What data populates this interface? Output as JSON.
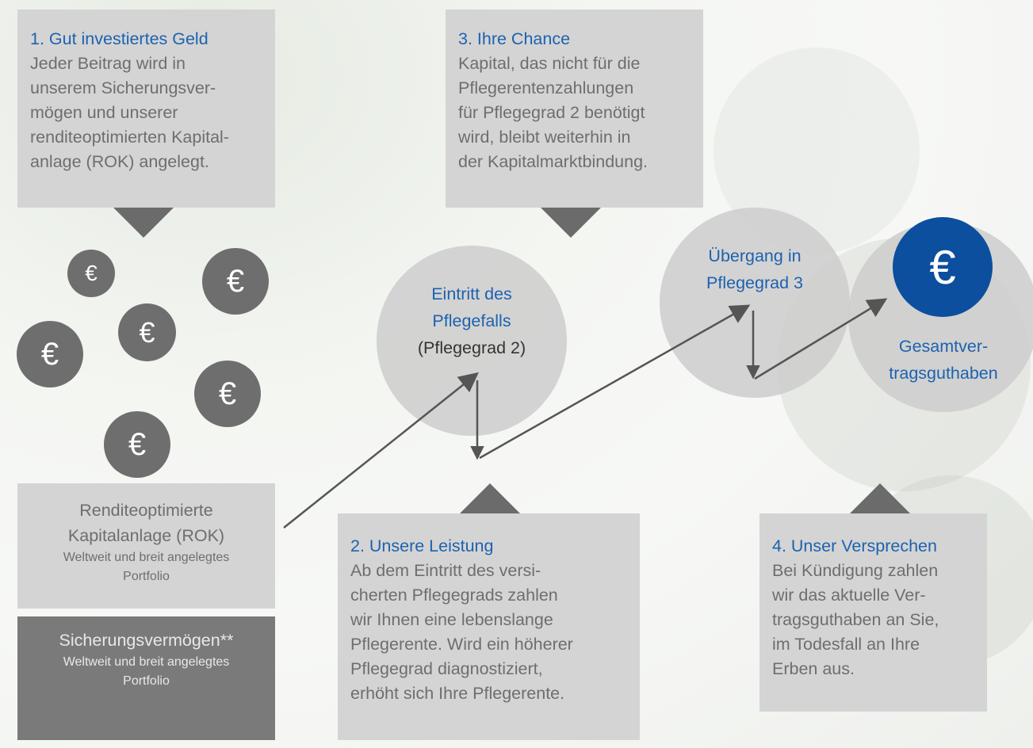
{
  "box1": {
    "title": "1. Gut investiertes Geld",
    "lines": [
      "Jeder Beitrag wird in",
      "unserem Sicherungsver-",
      "mögen und unserer",
      "renditeoptimierten Kapital-",
      "anlage (ROK) angelegt."
    ]
  },
  "box3": {
    "title": "3. Ihre Chance",
    "lines": [
      "Kapital, das nicht für die",
      "Pflegerentenzahlungen",
      "für Pflegegrad 2 benötigt",
      "wird, bleibt weiterhin in",
      "der Kapitalmarktbindung."
    ]
  },
  "box2": {
    "title": "2. Unsere Leistung",
    "lines": [
      "Ab dem Eintritt des versi-",
      "cherten Pflegegrads zahlen",
      "wir Ihnen eine lebenslange",
      "Pflegerente. Wird ein höherer",
      "Pflegegrad diagnostiziert,",
      "erhöht sich Ihre Pflegerente."
    ]
  },
  "box4": {
    "title": "4. Unser Versprechen",
    "lines": [
      "Bei Kündigung zahlen",
      "wir das aktuelle Ver-",
      "tragsguthaben an Sie,",
      "im Todesfall an Ihre",
      "Erben aus."
    ]
  },
  "rok": {
    "line1": "Renditeoptimierte",
    "line2": "Kapitalanlage (ROK)",
    "sub1": "Weltweit und breit angelegtes",
    "sub2": "Portfolio"
  },
  "sicherung": {
    "line1": "Sicherungsvermögen**",
    "sub1": "Weltweit und breit angelegtes",
    "sub2": "Portfolio"
  },
  "stage1": {
    "line1": "Eintritt des",
    "line2": "Pflegefalls",
    "line3": "(Pflegegrad 2)"
  },
  "stage2": {
    "line1": "Übergang in",
    "line2": "Pflegegrad 3"
  },
  "final": {
    "symbol": "€",
    "line1": "Gesamtver-",
    "line2": "tragsguthaben"
  },
  "coin_symbol": "€",
  "colors": {
    "accent_blue": "#1d62b0",
    "final_coin": "#0b4f9e",
    "box_gray": "#d4d4d4",
    "dark_box": "#7a7a7a",
    "coin_gray": "#6e6e6e",
    "arrow": "#555555"
  }
}
